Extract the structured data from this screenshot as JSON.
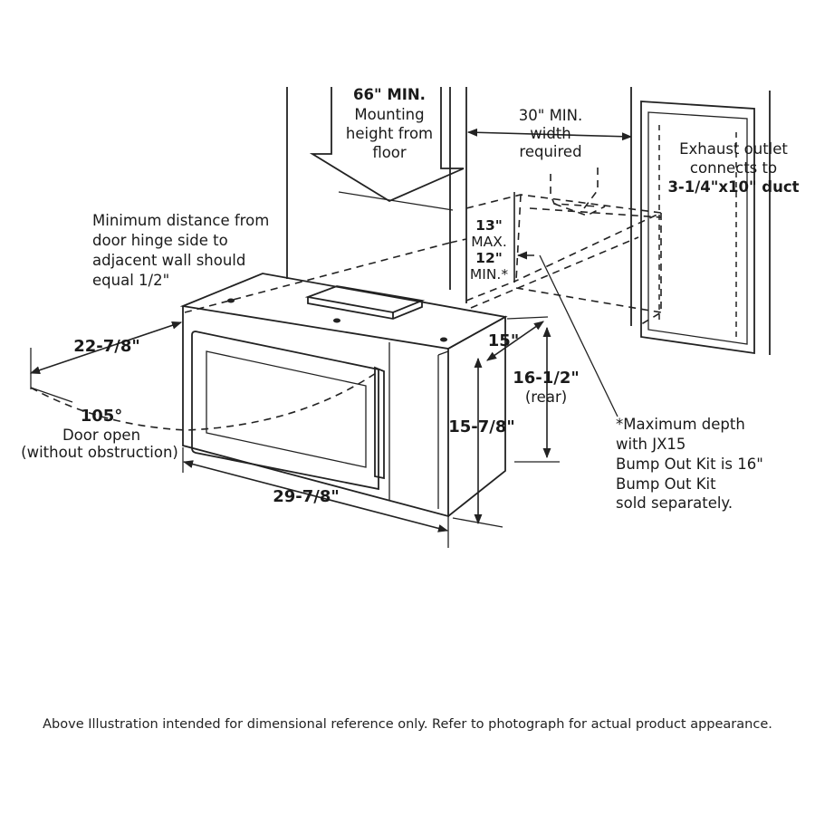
{
  "labels": {
    "mount_height_1": "66\" MIN.",
    "mount_height_2": "Mounting",
    "mount_height_3": "height from",
    "mount_height_4": "floor",
    "width_1": "30\" MIN.",
    "width_2": "width",
    "width_3": "required",
    "exhaust_1": "Exhaust outlet",
    "exhaust_2": "connects to",
    "exhaust_3": "3-1/4\"x10\" duct",
    "hinge_1": "Minimum distance from",
    "hinge_2": "door hinge side to",
    "hinge_3": "adjacent wall should",
    "hinge_4": "equal 1/2\"",
    "max13_1": "13\"",
    "max13_2": "MAX.",
    "min12_1": "12\"",
    "min12_2": "MIN.*",
    "dim_22": "22-7/8\"",
    "dim_15": "15\"",
    "dim_16_1": "16-1/2\"",
    "dim_16_2": "(rear)",
    "angle_1": "105°",
    "angle_2": "Door open",
    "angle_3": "(without obstruction)",
    "dim_15_78": "15-7/8\"",
    "dim_29": "29-7/8\"",
    "note_1": "*Maximum depth",
    "note_2": "with JX15",
    "note_3": "Bump Out Kit is 16\"",
    "note_4": "Bump Out Kit",
    "note_5": "sold separately."
  },
  "footer": "Above Illustration intended for dimensional reference only. Refer to photograph for actual product appearance."
}
